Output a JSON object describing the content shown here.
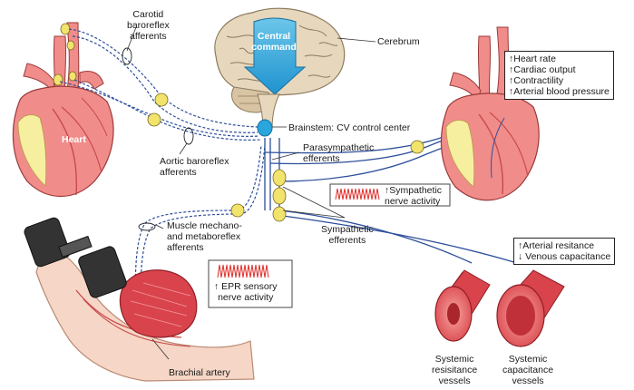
{
  "labels": {
    "carotid": [
      "Carotid",
      "baroreflex",
      "afferents"
    ],
    "cerebrum": "Cerebrum",
    "central_command": [
      "Central",
      "command"
    ],
    "heart": "Heart",
    "brainstem": "Brainstem: CV control center",
    "parasympathetic": [
      "Parasympathetic",
      "efferents"
    ],
    "aortic": [
      "Aortic baroreflex",
      "afferents"
    ],
    "sympathetic_activity": [
      "↑Sympathetic",
      "nerve activity"
    ],
    "muscle_reflex": [
      "Muscle mechano-",
      "and metaboreflex",
      "afferents"
    ],
    "sympathetic_efferents": [
      "Sympathetic",
      "efferents"
    ],
    "epr": [
      "↑ EPR sensory",
      "nerve activity"
    ],
    "brachial": "Brachial artery",
    "resistance_vessels": [
      "Systemic",
      "resisitance",
      "vessels"
    ],
    "capacitance_vessels": [
      "Systemic",
      "capacitance",
      "vessels"
    ]
  },
  "cardiac_box": [
    "↑Heart rate",
    "↑Cardiac output",
    "↑Contractility",
    "↑Arterial blood pressure"
  ],
  "vascular_box": [
    "↑Arterial resitance",
    "↓ Venous capacitance"
  ],
  "colors": {
    "heart": "#f08d8a",
    "heart_dark": "#c94a4a",
    "fat": "#f7efa0",
    "brain": "#e6d7bd",
    "brainstem": "#29a6dc",
    "nerve": "#2d4f9a",
    "ganglion": "#f2e36c",
    "muscle": "#d9434c",
    "skin": "#f6d6c6",
    "spike": "#e0302c"
  }
}
